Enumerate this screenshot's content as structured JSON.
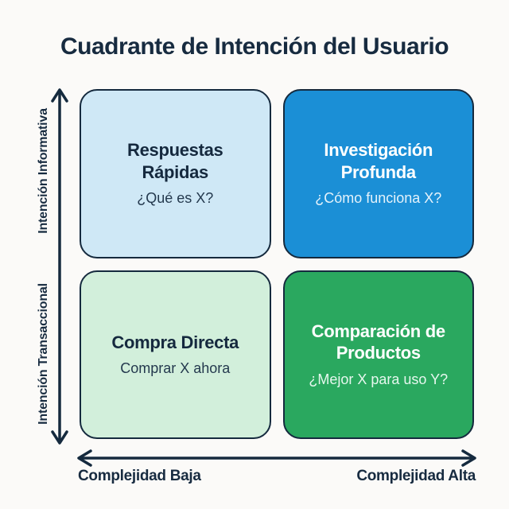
{
  "title": "Cuadrante de Intención del Usuario",
  "axes": {
    "y_top_label": "Intención Informativa",
    "y_bottom_label": "Intención Transaccional",
    "x_left_label": "Complejidad Baja",
    "x_right_label": "Complejidad Alta"
  },
  "quadrants": [
    {
      "position": "top-left",
      "title": "Respuestas Rápidas",
      "subtitle": "¿Qué es X?",
      "fill": "#cfe8f6",
      "title_color": "#15293e",
      "subtitle_color": "#24394e"
    },
    {
      "position": "top-right",
      "title": "Investigación Profunda",
      "subtitle": "¿Cómo funciona X?",
      "fill": "#1b8fd6",
      "title_color": "#ffffff",
      "subtitle_color": "#e4f2fb"
    },
    {
      "position": "bottom-left",
      "title": "Compra Directa",
      "subtitle": "Comprar X ahora",
      "fill": "#d2efdb",
      "title_color": "#15293e",
      "subtitle_color": "#24394e"
    },
    {
      "position": "bottom-right",
      "title": "Comparación de Productos",
      "subtitle": "¿Mejor X para uso Y?",
      "fill": "#2aa85f",
      "title_color": "#ffffff",
      "subtitle_color": "#e6f7ee"
    }
  ],
  "colors": {
    "background": "#fbfaf8",
    "axis": "#152a3e",
    "quadrant_border": "#152a3e",
    "title_text": "#172b40"
  }
}
